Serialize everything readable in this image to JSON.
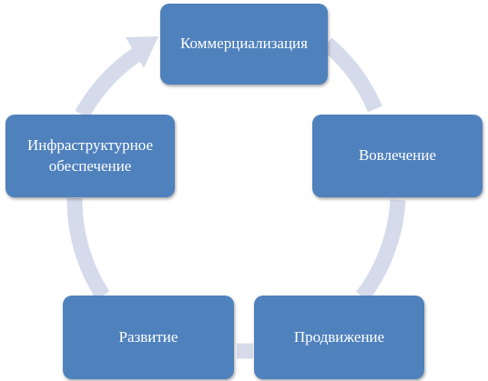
{
  "colors": {
    "node_fill": "#4f81bd",
    "ring": "#d5dbea"
  },
  "cycle": {
    "nodes": [
      {
        "id": "commercialization",
        "label": "Коммерциализация"
      },
      {
        "id": "involvement",
        "label": "Вовлечение"
      },
      {
        "id": "promotion",
        "label": "Продвижение"
      },
      {
        "id": "development",
        "label": "Развитие"
      },
      {
        "id": "infrastructure",
        "label": "Инфраструктурное обеспечение"
      }
    ],
    "direction": "clockwise"
  }
}
